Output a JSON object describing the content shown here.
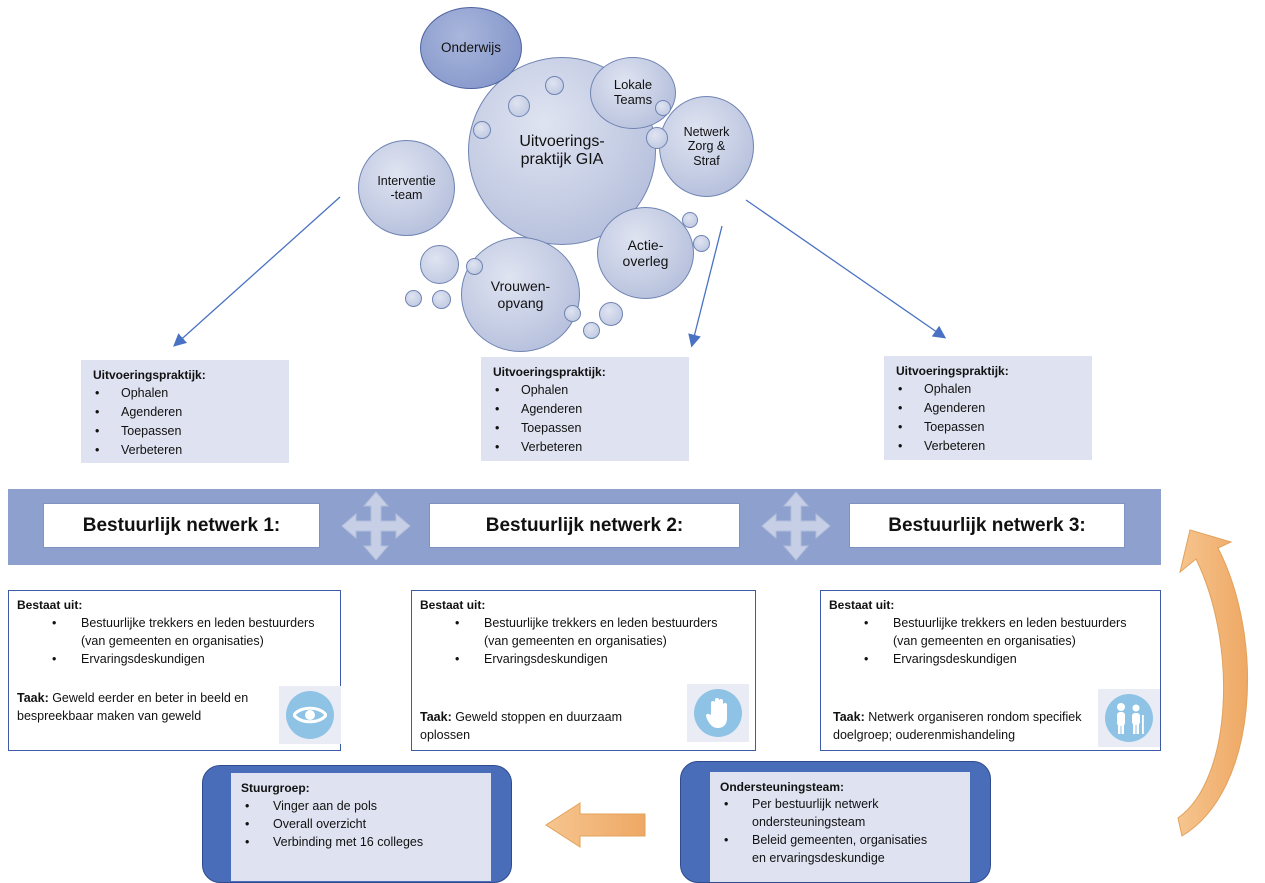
{
  "bubbles": {
    "onderwijs": "Onderwijs",
    "center": "Uitvoerings-\npraktijk GIA",
    "lokale": "Lokale\nTeams",
    "netwerk": "Netwerk\nZorg &\nStraf",
    "interventie": "Interventie\n-team",
    "actie": "Actie-\noverleg",
    "vrouwen": "Vrouwen-\nopvang"
  },
  "praktijk": {
    "title": "Uitvoeringspraktijk:",
    "items": [
      "Ophalen",
      "Agenderen",
      "Toepassen",
      "Verbeteren"
    ]
  },
  "networks": [
    "Bestuurlijk netwerk 1:",
    "Bestuurlijk netwerk 2:",
    "Bestuurlijk netwerk 3:"
  ],
  "bestaat": {
    "title": "Bestaat uit:",
    "items": [
      "Bestuurlijke trekkers en leden bestuurders\n(van gemeenten en organisaties)",
      "Ervaringsdeskundigen"
    ]
  },
  "taak_label": "Taak:",
  "taken": [
    " Geweld eerder en beter in beeld en bespreekbaar maken van geweld",
    " Geweld stoppen en duurzaam oplossen",
    " Netwerk organiseren rondom specifiek doelgroep; ouderenmishandeling"
  ],
  "icons": [
    "eye-icon",
    "hand-stop-icon",
    "family-icon"
  ],
  "stuurgroep": {
    "title": "Stuurgroep:",
    "items": [
      "Vinger aan de pols",
      "Overall overzicht",
      "Verbinding met 16 colleges"
    ]
  },
  "ondersteuning": {
    "title": "Ondersteuningsteam:",
    "items": [
      "Per bestuurlijk netwerk\nondersteuningsteam",
      "Beleid gemeenten, organisaties\nen ervaringsdeskundige"
    ]
  },
  "colors": {
    "band": "#8ea0cd",
    "dark_box": "#4a6dba",
    "light_fill": "#dfe3f1",
    "orange_arrow": "#f2b27a",
    "icon": "#8fc3e6"
  }
}
